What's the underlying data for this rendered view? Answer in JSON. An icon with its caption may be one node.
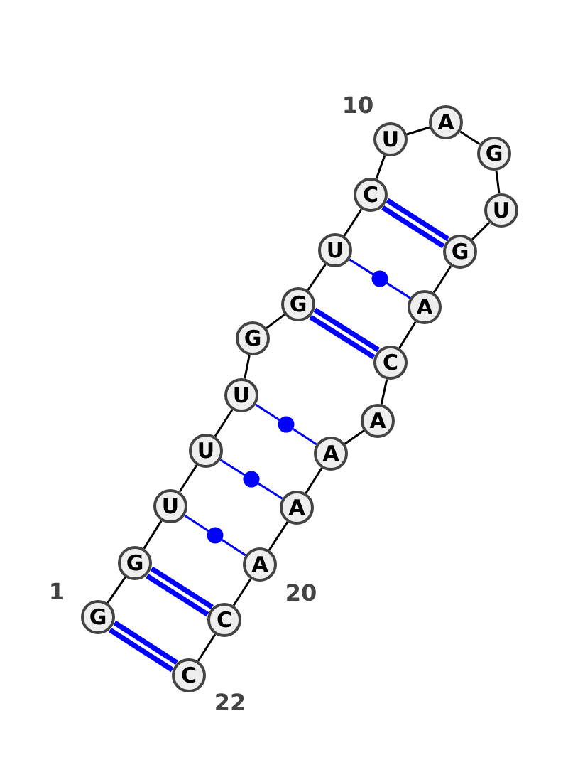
{
  "diagram": {
    "nodes": [
      {
        "text": [
          "G"
        ]
      },
      {
        "text": [
          "G"
        ]
      },
      {
        "text": [
          "U"
        ]
      },
      {
        "text": [
          "U"
        ]
      },
      {
        "text": [
          "U"
        ]
      },
      {
        "text": [
          "G"
        ]
      },
      {
        "text": [
          "G"
        ]
      },
      {
        "text": [
          "U"
        ]
      },
      {
        "text": [
          "C"
        ]
      },
      {
        "text": [
          "U"
        ]
      },
      {
        "text": [
          "A"
        ]
      },
      {
        "text": [
          "G"
        ]
      },
      {
        "text": [
          "U"
        ]
      },
      {
        "text": [
          "G"
        ]
      },
      {
        "text": [
          "A"
        ]
      },
      {
        "text": [
          "C"
        ]
      },
      {
        "text": [
          "A"
        ]
      },
      {
        "text": [
          "A"
        ]
      },
      {
        "text": [
          "A"
        ]
      },
      {
        "text": [
          "A"
        ]
      },
      {
        "text": [
          "C"
        ]
      },
      {
        "text": [
          "C"
        ]
      }
    ],
    "edges": [
      {
        "from": 0,
        "to": 1,
        "arrow": "none"
      },
      {
        "from": 1,
        "to": 2,
        "arrow": "none"
      },
      {
        "from": 2,
        "to": 3,
        "arrow": "none"
      },
      {
        "from": 3,
        "to": 4,
        "arrow": "none"
      },
      {
        "from": 4,
        "to": 5,
        "arrow": "none"
      },
      {
        "from": 5,
        "to": 6,
        "arrow": "none"
      },
      {
        "from": 6,
        "to": 7,
        "arrow": "none"
      },
      {
        "from": 7,
        "to": 8,
        "arrow": "none"
      },
      {
        "from": 8,
        "to": 9,
        "arrow": "none"
      },
      {
        "from": 9,
        "to": 10,
        "arrow": "none"
      },
      {
        "from": 10,
        "to": 11,
        "arrow": "none"
      },
      {
        "from": 11,
        "to": 12,
        "arrow": "none"
      },
      {
        "from": 12,
        "to": 13,
        "arrow": "none"
      },
      {
        "from": 13,
        "to": 14,
        "arrow": "none"
      },
      {
        "from": 14,
        "to": 15,
        "arrow": "none"
      },
      {
        "from": 15,
        "to": 16,
        "arrow": "none"
      },
      {
        "from": 16,
        "to": 17,
        "arrow": "none"
      },
      {
        "from": 17,
        "to": 18,
        "arrow": "none"
      },
      {
        "from": 18,
        "to": 19,
        "arrow": "none"
      },
      {
        "from": 19,
        "to": 20,
        "arrow": "none"
      },
      {
        "from": 20,
        "to": 21,
        "arrow": "none"
      },
      {
        "from": 0,
        "to": 21,
        "arrow": "none",
        "style": "thick",
        "color": "#0000ff"
      },
      {
        "from": 1,
        "to": 20,
        "arrow": "none",
        "style": "thick",
        "color": "#0000ff"
      },
      {
        "from": 2,
        "to": 19,
        "arrow": "none",
        "color": "#0000ff"
      },
      {
        "from": 3,
        "to": 18,
        "arrow": "none",
        "color": "#0000ff"
      },
      {
        "from": 4,
        "to": 17,
        "arrow": "none",
        "color": "#0000ff"
      },
      {
        "from": 6,
        "to": 15,
        "arrow": "none",
        "style": "thick",
        "color": "#0000ff"
      },
      {
        "from": 7,
        "to": 14,
        "arrow": "none",
        "color": "#0000ff"
      },
      {
        "from": 8,
        "to": 13,
        "arrow": "none",
        "style": "thick",
        "color": "#0000ff"
      }
    ],
    "labels": [
      "10",
      "1",
      "20",
      "22"
    ]
  }
}
